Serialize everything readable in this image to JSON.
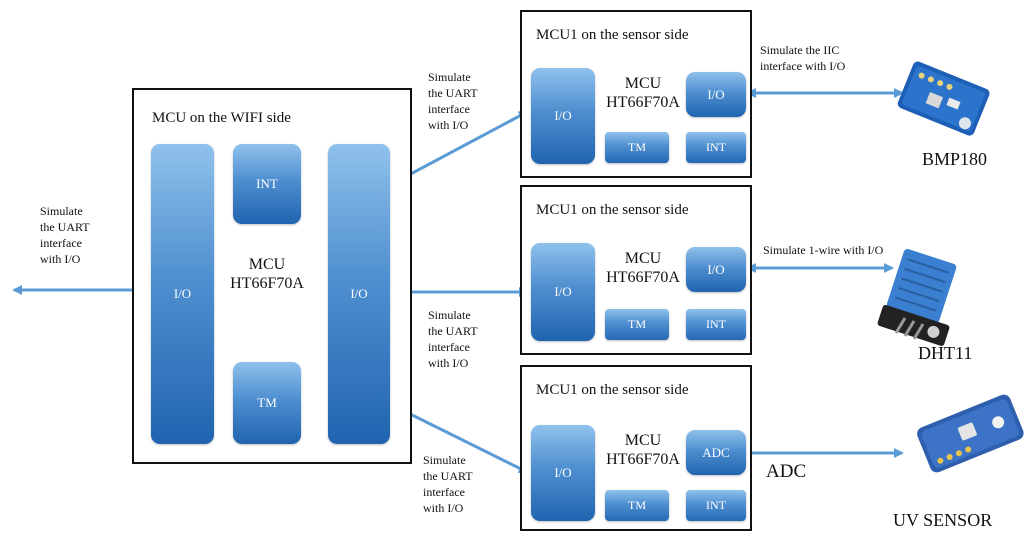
{
  "wifi": {
    "title": "MCU on the WIFI side",
    "mcu_line1": "MCU",
    "mcu_line2": "HT66F70A",
    "io_left": "I/O",
    "io_right": "I/O",
    "int": "INT",
    "tm": "TM"
  },
  "left_note": [
    "Simulate",
    "the UART",
    "interface",
    "with I/O"
  ],
  "sensors": [
    {
      "title": "MCU1 on the sensor side",
      "mcu_line1": "MCU",
      "mcu_line2": "HT66F70A",
      "io": "I/O",
      "port": "I/O",
      "tm": "TM",
      "int": "INT",
      "link_note": [
        "Simulate",
        "the UART",
        "interface",
        "with I/O"
      ],
      "device_note": [
        "Simulate the IIC",
        "interface with I/O"
      ],
      "device_label": "BMP180"
    },
    {
      "title": "MCU1 on the sensor side",
      "mcu_line1": "MCU",
      "mcu_line2": "HT66F70A",
      "io": "I/O",
      "port": "I/O",
      "tm": "TM",
      "int": "INT",
      "link_note": [
        "Simulate",
        "the UART",
        "interface",
        "with I/O"
      ],
      "device_note": [
        "Simulate 1-wire with I/O"
      ],
      "device_label": "DHT11"
    },
    {
      "title": "MCU1 on the sensor side",
      "mcu_line1": "MCU",
      "mcu_line2": "HT66F70A",
      "io": "I/O",
      "port": "ADC",
      "tm": "TM",
      "int": "INT",
      "link_note": [
        "Simulate",
        "the UART",
        "interface",
        "with I/O"
      ],
      "device_note": [
        "ADC"
      ],
      "device_label": "UV SENSOR"
    }
  ],
  "colors": {
    "arrow": "#5b9bd5",
    "block_top": "#8fc1ec",
    "block_bottom": "#2064b0"
  }
}
